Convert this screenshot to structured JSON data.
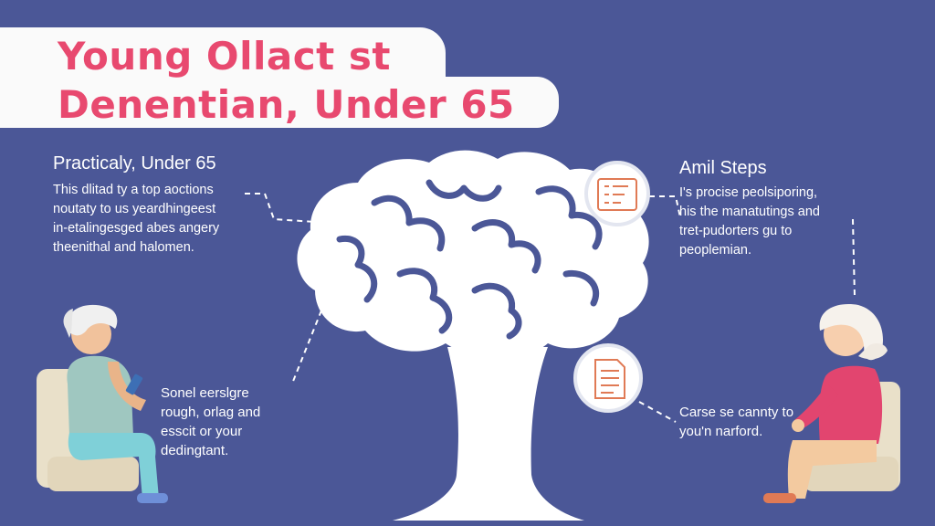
{
  "title": {
    "line1": "Young Ollact st",
    "line2": "Denentian, Under 65"
  },
  "left_panel": {
    "heading": "Practicaly, Under 65",
    "lines": [
      "This dlitad ty a top aoctions",
      "noutaty to us yeardhingeest",
      "in-etalingesged abes angery",
      "theenithal and halomen."
    ]
  },
  "right_panel": {
    "heading": "Amil Steps",
    "lines": [
      "I's procise peolsiporing,",
      "his the manatutings and",
      "tret-pudorters gu to",
      "peoplemian."
    ]
  },
  "lower_left_note": {
    "lines": [
      "Sonel eerslgre",
      "rough, orlag and",
      "esscit or your",
      "dedingtant."
    ]
  },
  "lower_right_note": {
    "lines": [
      "Carse se cannty to",
      "you'n narford."
    ]
  },
  "icons": {
    "upper": "checklist-icon",
    "lower": "document-icon",
    "central": "brain-tree-icon"
  },
  "colors": {
    "background": "#4b5797",
    "title": "#e8496f",
    "accent": "#e07a55",
    "text": "#ffffff"
  }
}
